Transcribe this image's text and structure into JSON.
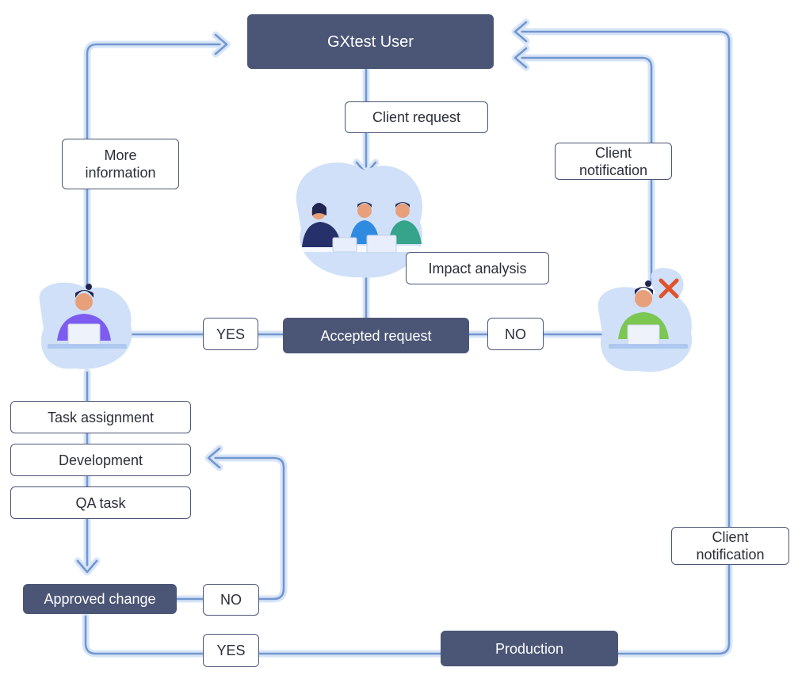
{
  "user_box": "GXtest User",
  "client_request": "Client request",
  "more_information": "More\ninformation",
  "client_notification_top": "Client\nnotification",
  "impact_analysis": "Impact analysis",
  "accepted_request": "Accepted request",
  "yes_left": "YES",
  "no_right": "NO",
  "task_assignment": "Task assignment",
  "development": "Development",
  "qa_task": "QA task",
  "approved_change": "Approved change",
  "no_bottom": "NO",
  "yes_bottom": "YES",
  "production": "Production",
  "client_notification_bottom": "Client\nnotification",
  "colors": {
    "dark_box": "#4b5676",
    "connector": "#6f8fc4",
    "connector_glow": "#cfe0f7",
    "blob": "#c9dbf6",
    "reject_x": "#e0522d"
  }
}
